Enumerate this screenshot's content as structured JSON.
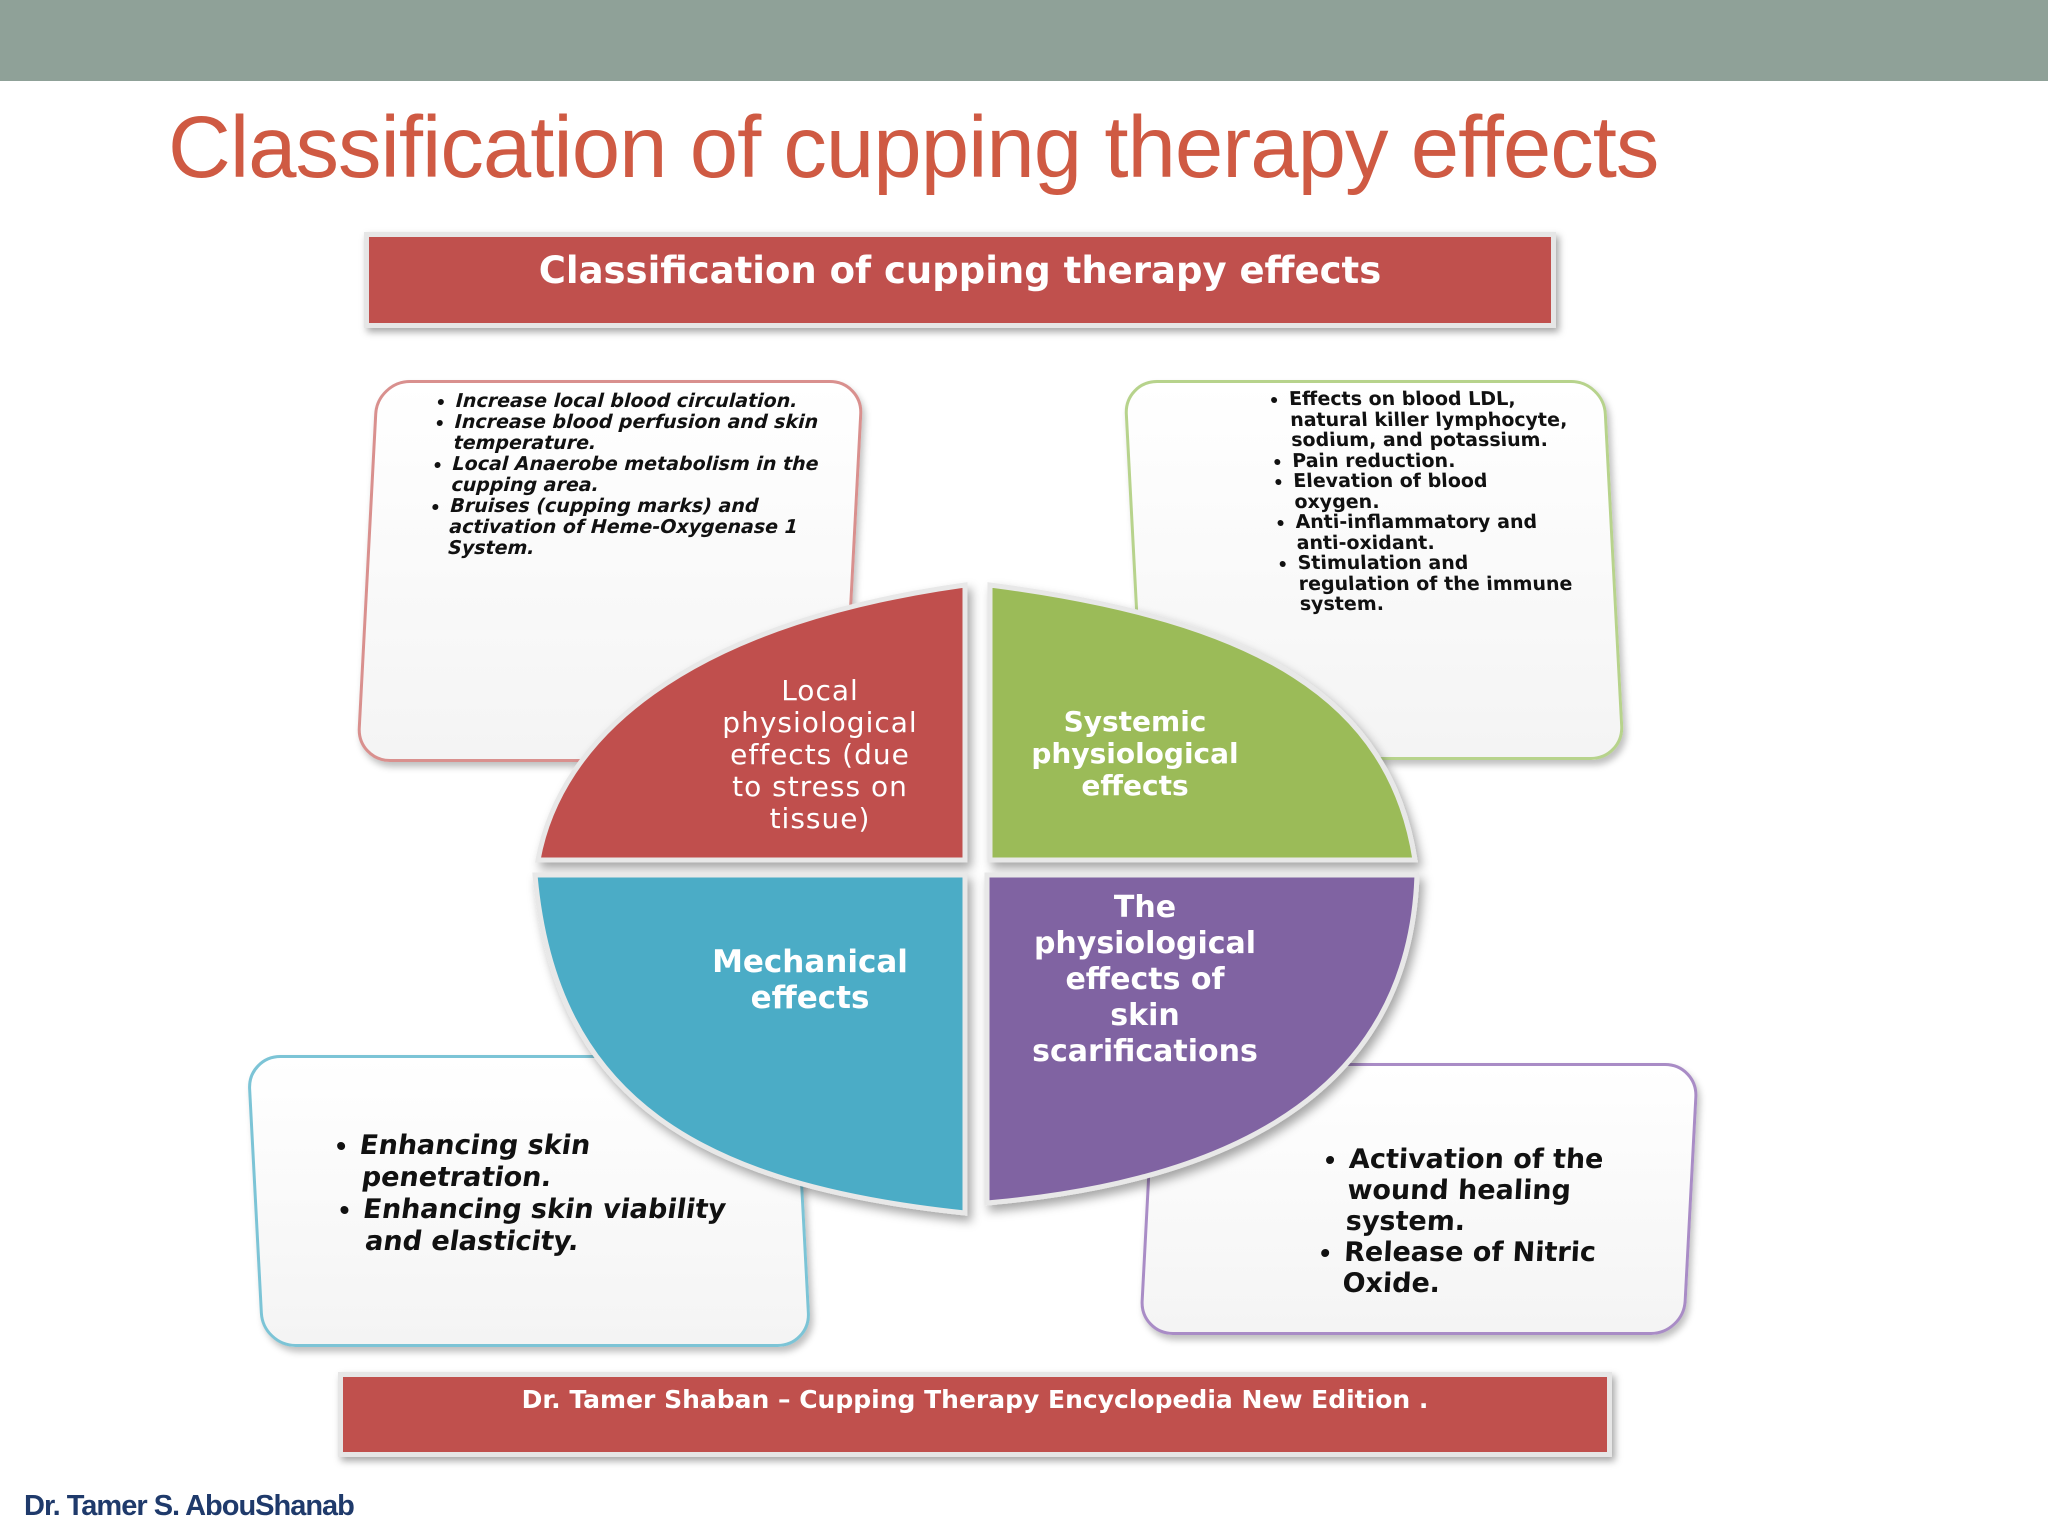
{
  "slide": {
    "title": "Classification of cupping therapy effects",
    "author": "Dr. Tamer S. AbouShanab"
  },
  "diagram": {
    "header": "Classification of cupping therapy effects",
    "footer": "Dr. Tamer Shaban – Cupping Therapy Encyclopedia New Edition .",
    "quadrants": {
      "local": {
        "label": "Local\nphysiological\neffects (due\nto stress on\ntissue)",
        "color": "#c0504d"
      },
      "systemic": {
        "label": "Systemic\nphysiological\neffects",
        "color": "#9bbb59"
      },
      "mechanical": {
        "label": "Mechanical\neffects",
        "color": "#4bacc6"
      },
      "skin": {
        "label": "The\nphysiological\neffects of\nskin\nscarifications",
        "color": "#8064a2"
      }
    },
    "cards": {
      "local": {
        "items": [
          "Increase local blood circulation.",
          "Increase blood perfusion and skin temperature.",
          "Local Anaerobe metabolism in the cupping area.",
          "Bruises (cupping marks) and activation of Heme-Oxygenase 1 System."
        ]
      },
      "systemic": {
        "items": [
          "Effects on blood LDL, natural killer lymphocyte, sodium, and potassium.",
          "Pain reduction.",
          "Elevation of blood oxygen.",
          "Anti-inflammatory and anti-oxidant.",
          "Stimulation and regulation of the immune system."
        ]
      },
      "mechanical": {
        "items": [
          "Enhancing skin penetration.",
          "Enhancing skin viability and elasticity."
        ]
      },
      "skin": {
        "items": [
          "Activation of the wound healing system.",
          "Release of Nitric Oxide."
        ]
      }
    }
  }
}
